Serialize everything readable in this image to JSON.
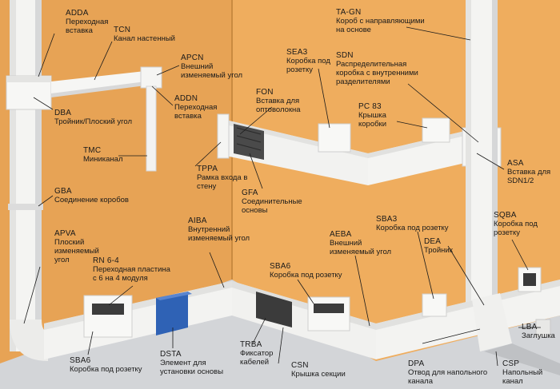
{
  "colors": {
    "wall_left": "#e8a456",
    "wall_right": "#eeab5c",
    "floor": "#d3d5d8",
    "duct": "#f4f4f2",
    "duct_shade": "#d9dadb",
    "blue_part": "#2f62b5",
    "dark_part": "#3a3a3a",
    "leader_line": "#1a1a1a"
  },
  "labels": [
    {
      "id": "adda",
      "code": "ADDA",
      "desc": [
        "Переходная",
        "вставка"
      ]
    },
    {
      "id": "tcn",
      "code": "TCN",
      "desc": [
        "Канал настенный"
      ]
    },
    {
      "id": "apcn",
      "code": "APCN",
      "desc": [
        "Внешний",
        "изменяемый угол"
      ]
    },
    {
      "id": "addn",
      "code": "ADDN",
      "desc": [
        "Переходная",
        "вставка"
      ]
    },
    {
      "id": "dba",
      "code": "DBA",
      "desc": [
        "Тройник/Плоский угол"
      ]
    },
    {
      "id": "tmc",
      "code": "TMC",
      "desc": [
        "Миниканал"
      ]
    },
    {
      "id": "gba",
      "code": "GBA",
      "desc": [
        "Соединение коробов"
      ]
    },
    {
      "id": "apva",
      "code": "APVA",
      "desc": [
        "Плоский",
        "изменяемый",
        "угол"
      ]
    },
    {
      "id": "rn64",
      "code": "RN 6-4",
      "desc": [
        "Переходная пластина",
        "с 6 на 4 модуля"
      ]
    },
    {
      "id": "sba6a",
      "code": "SBA6",
      "desc": [
        "Коробка под розетку"
      ]
    },
    {
      "id": "dsta",
      "code": "DSTA",
      "desc": [
        "Элемент для",
        "установки основы"
      ]
    },
    {
      "id": "tppa",
      "code": "TPPA",
      "desc": [
        "Рамка входа в",
        "стену"
      ]
    },
    {
      "id": "aiba",
      "code": "AIBA",
      "desc": [
        "Внутренний",
        "изменяемый угол"
      ]
    },
    {
      "id": "sea3",
      "code": "SEA3",
      "desc": [
        "Коробка под",
        "розетку"
      ]
    },
    {
      "id": "fon",
      "code": "FON",
      "desc": [
        "Вставка для",
        "оптоволокна"
      ]
    },
    {
      "id": "gfa",
      "code": "GFA",
      "desc": [
        "Соединительные",
        "основы"
      ]
    },
    {
      "id": "sba6b",
      "code": "SBA6",
      "desc": [
        "Коробка под розетку"
      ]
    },
    {
      "id": "trba",
      "code": "TRBA",
      "desc": [
        "Фиксатор",
        "кабелей"
      ]
    },
    {
      "id": "csn",
      "code": "CSN",
      "desc": [
        "Крышка секции"
      ]
    },
    {
      "id": "tagn",
      "code": "TA-GN",
      "desc": [
        "Короб с направляющими",
        "на основе"
      ]
    },
    {
      "id": "sdn",
      "code": "SDN",
      "desc": [
        "Распределительная",
        "коробка с внутренними",
        "разделителями"
      ]
    },
    {
      "id": "pc83",
      "code": "PC 83",
      "desc": [
        "Крышка",
        "коробки"
      ]
    },
    {
      "id": "asa",
      "code": "ASA",
      "desc": [
        "Вставка для",
        "SDN1/2"
      ]
    },
    {
      "id": "sba3",
      "code": "SBA3",
      "desc": [
        "Коробка под розетку"
      ]
    },
    {
      "id": "aeba",
      "code": "AEBA",
      "desc": [
        "Внешний",
        "изменяемый угол"
      ]
    },
    {
      "id": "dea",
      "code": "DEA",
      "desc": [
        "Тройник"
      ]
    },
    {
      "id": "sqba",
      "code": "SQBA",
      "desc": [
        "Коробка под",
        "розетку"
      ]
    },
    {
      "id": "dpa",
      "code": "DPA",
      "desc": [
        "Отвод для напольного",
        "канала"
      ]
    },
    {
      "id": "lba",
      "code": "LBA",
      "desc": [
        "Заглушка"
      ]
    },
    {
      "id": "csp",
      "code": "CSP",
      "desc": [
        "Напольный",
        "канал"
      ]
    }
  ]
}
